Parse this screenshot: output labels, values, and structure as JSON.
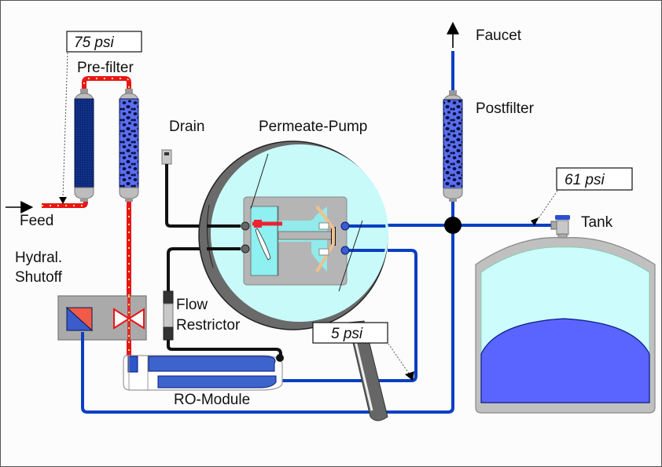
{
  "diagram": {
    "title": "Reverse osmosis system with permeate pump",
    "labels": {
      "feed": "Feed",
      "prefilter": "Pre-filter",
      "drain": "Drain",
      "permeate_pump": "Permeate-Pump",
      "faucet": "Faucet",
      "postfilter": "Postfilter",
      "tank": "Tank",
      "hydral_shutoff_line1": "Hydral.",
      "hydral_shutoff_line2": "Shutoff",
      "flow_restrictor_line1": "Flow",
      "flow_restrictor_line2": "Restrictor",
      "ro_module": "RO-Module"
    },
    "pressure_callouts": {
      "feed_pressure": "75 psi",
      "tank_pressure": "61 psi",
      "permeate_pressure": "5 psi"
    },
    "colors": {
      "feed_line": "#e8151b",
      "feed_dots": "#ffe14d",
      "permeate_line": "#0a3fc2",
      "drain_line": "#111111",
      "tank_water": "#5a64ff",
      "tank_air": "#ccfcfc",
      "magnifier_lens": "#c8fafa",
      "housing_gray": "#b5b5b5"
    },
    "tank_fill_fraction": 0.55
  }
}
